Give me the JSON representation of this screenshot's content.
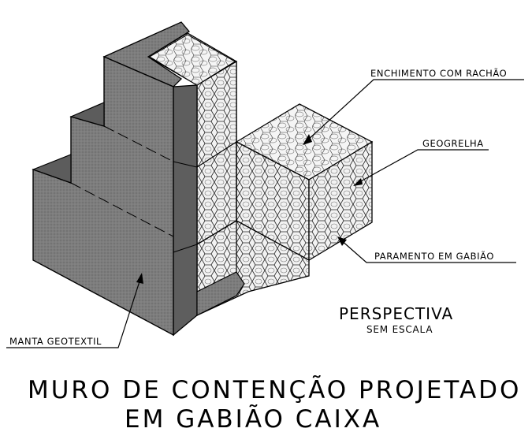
{
  "labels": {
    "enchimento": "ENCHIMENTO COM RACHÃO",
    "geogrelha": "GEOGRELHA",
    "paramento": "PARAMENTO EM GABIÃO",
    "manta": "MANTA GEOTEXTIL"
  },
  "perspectiva": {
    "title": "PERSPECTIVA",
    "subtitle": "SEM ESCALA"
  },
  "main_title": {
    "line1": "MURO DE CONTENÇÃO PROJETADO",
    "line2": "EM GABIÃO CAIXA"
  },
  "colors": {
    "line": "#000000",
    "geotextile_fill": "#7a7a7a",
    "geotextile_dark": "#5c5c5c",
    "stone_fill": "#e6e6e6",
    "background": "#ffffff"
  }
}
